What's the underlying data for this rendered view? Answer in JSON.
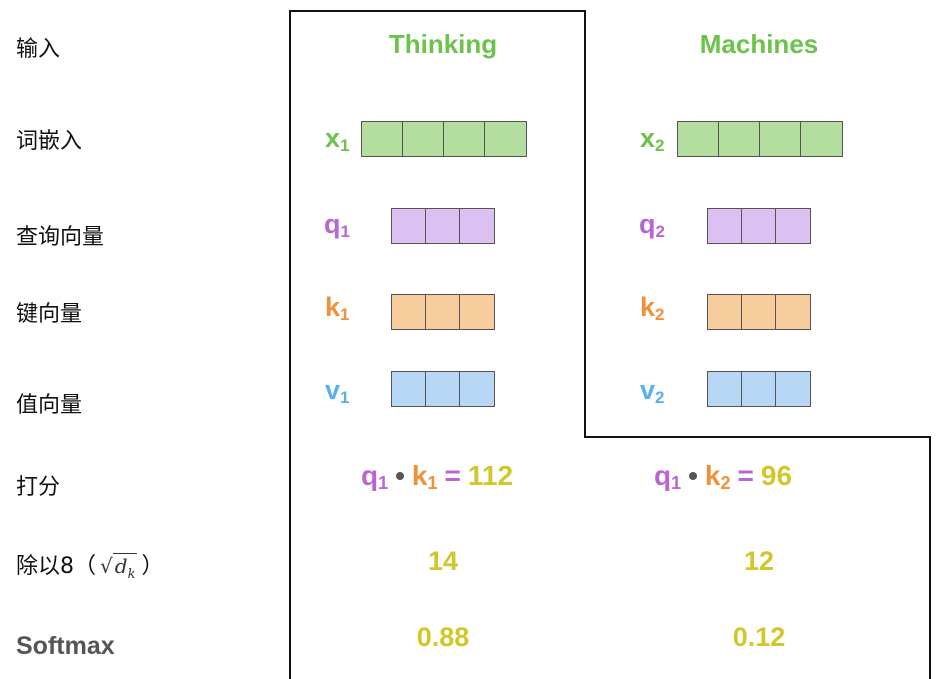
{
  "row_labels": {
    "input": "输入",
    "embedding": "词嵌入",
    "query": "查询向量",
    "key": "键向量",
    "value": "值向量",
    "score": "打分",
    "divide_prefix": "除以8（",
    "divide_sqrt_var": "d",
    "divide_sqrt_sub": "k",
    "divide_suffix": "）",
    "softmax": "Softmax"
  },
  "columns": [
    {
      "word": "Thinking",
      "x": {
        "name": "x",
        "sub": "1"
      },
      "q": {
        "name": "q",
        "sub": "1"
      },
      "k": {
        "name": "k",
        "sub": "1"
      },
      "v": {
        "name": "v",
        "sub": "1"
      },
      "score": {
        "q": "q",
        "q_sub": "1",
        "dot": "•",
        "k": "k",
        "k_sub": "1",
        "eq": "=",
        "value": "112"
      },
      "divided": "14",
      "softmax": "0.88"
    },
    {
      "word": "Machines",
      "x": {
        "name": "x",
        "sub": "2"
      },
      "q": {
        "name": "q",
        "sub": "2"
      },
      "k": {
        "name": "k",
        "sub": "2"
      },
      "v": {
        "name": "v",
        "sub": "2"
      },
      "score": {
        "q": "q",
        "q_sub": "1",
        "dot": "•",
        "k": "k",
        "k_sub": "2",
        "eq": "=",
        "value": "96"
      },
      "divided": "12",
      "softmax": "0.12"
    }
  ],
  "vector_cells": {
    "x": 4,
    "q": 3,
    "k": 3,
    "v": 3
  },
  "colors": {
    "green": "#6cc24a",
    "purple": "#b865d6",
    "orange": "#f0913a",
    "blue": "#5aaff0",
    "yellow": "#d2c72a"
  }
}
